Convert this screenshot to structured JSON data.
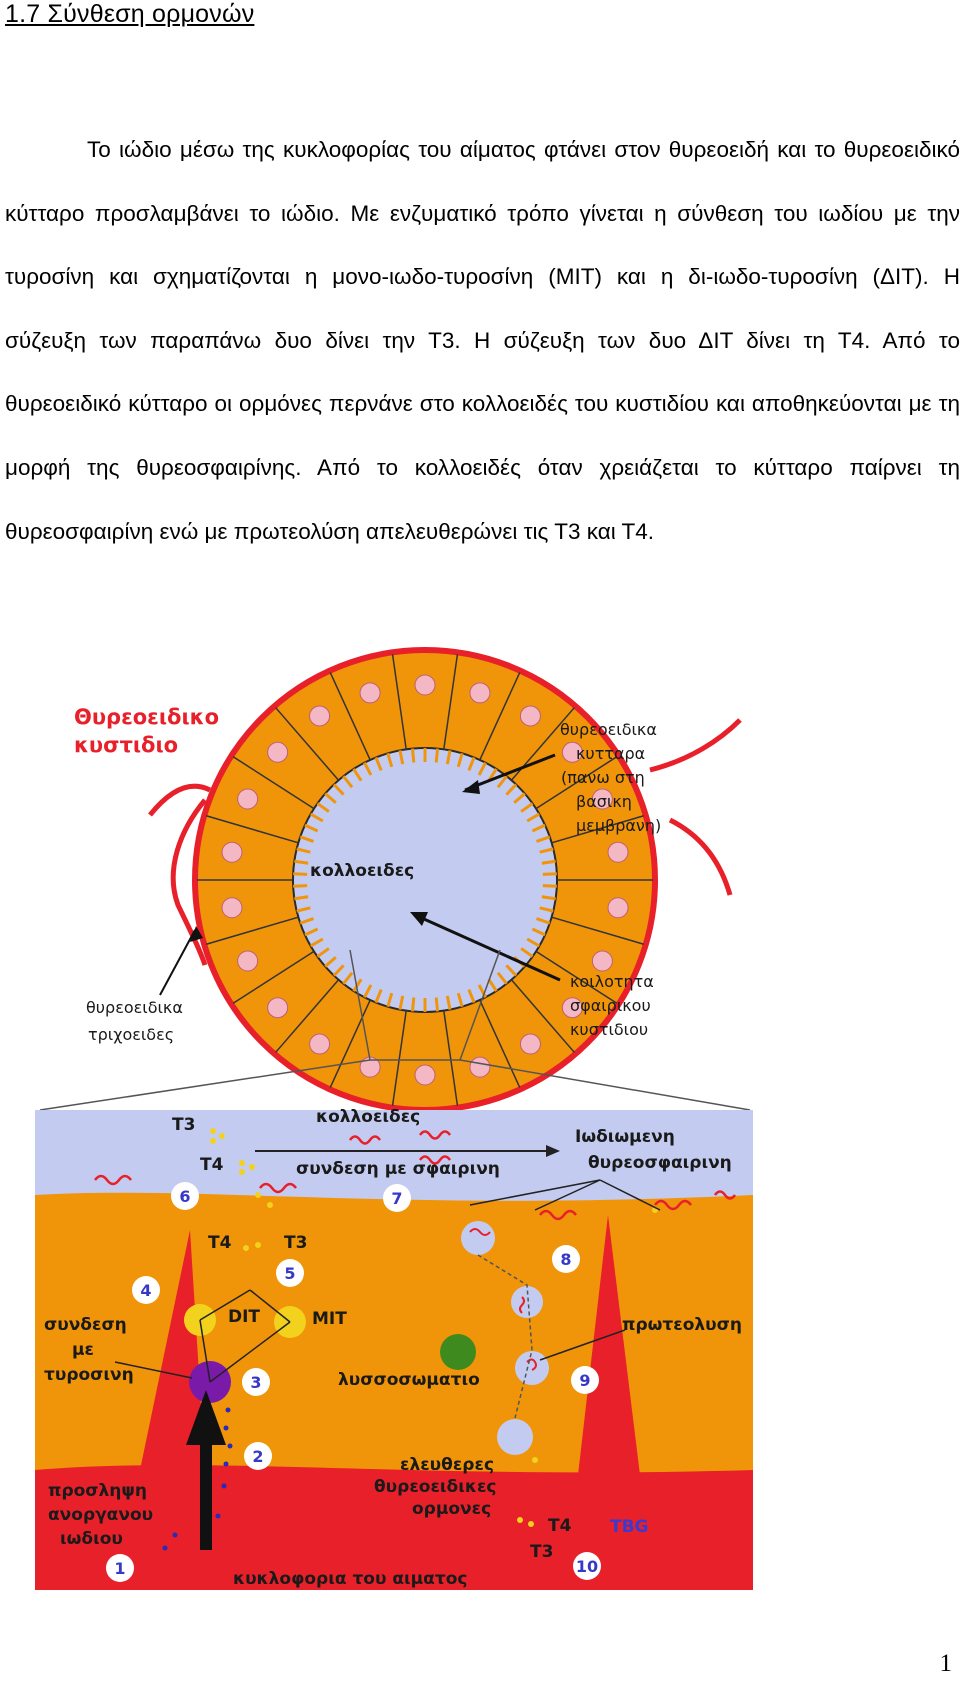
{
  "heading": "1.7 Σύνθεση ορμονών",
  "paragraph": "Το ιώδιο μέσω της κυκλοφορίας του αίματος φτάνει στον θυρεοειδή και το θυρεοειδικό κύτταρο προσλαμβάνει το ιώδιο. Με ενζυματικό τρόπο γίνεται η σύνθεση του ιωδίου με την τυροσίνη και σχηματίζονται η μονο-ιωδο-τυροσίνη (ΜΙΤ) και η δι-ιωδο-τυροσίνη (ΔΙΤ). Η σύζευξη των παραπάνω δυο δίνει την Τ3. Η σύζευξη των δυο ΔΙΤ δίνει τη Τ4. Από το θυρεοειδικό κύτταρο οι ορμόνες περνάνε στο κολλοειδές του κυστιδίου και αποθηκεύονται με τη μορφή της θυρεοσφαιρίνης. Από το κολλοειδές όταν χρειάζεται το κύτταρο παίρνει τη θυρεοσφαιρίνη ενώ με πρωτεολύση απελευθερώνει τις Τ3 και Τ4.",
  "page_number": "1",
  "diagram": {
    "title_line1": "Θυρεοειδικο",
    "title_line2": "κυστιδιο",
    "cells_line1": "θυρεοειδικα",
    "cells_line2": "κυτταρα",
    "cells_line3": "(πανω στη",
    "cells_line4": "βασικη",
    "cells_line5": "μεμβρανη)",
    "colloid": "κολλοειδες",
    "cavity_line1": "κοιλοτητα",
    "cavity_line2": "σφαιρικου",
    "cavity_line3": "κυστιδιου",
    "capillary_line1": "θυρεοειδικα",
    "capillary_line2": "τριχοειδες",
    "t3": "T3",
    "t4": "T4",
    "colloid_zoom": "κολλοειδες",
    "binding_globulin": "συνδεση  με  σφαιρινη",
    "iodinated_line1": "Ιωδιωμενη",
    "iodinated_line2": "θυρεοσφαιρινη",
    "dit": "DIT",
    "mit": "MIT",
    "tyrosine_line1": "συνδεση",
    "tyrosine_line2": "με",
    "tyrosine_line3": "τυροσινη",
    "lysosome": "λυσσοσωματιο",
    "proteolysis": "πρωτεολυση",
    "free_line1": "ελευθερες",
    "free_line2": "θυρεοειδικες",
    "free_line3": "ορμονες",
    "uptake_line1": "προσληψη",
    "uptake_line2": "ανοργανου",
    "uptake_line3": "ιωδιου",
    "tbg": "TBG",
    "circulation": "κυκλοφορια του αιματος",
    "steps": [
      "1",
      "2",
      "3",
      "4",
      "5",
      "6",
      "7",
      "8",
      "9",
      "10"
    ]
  },
  "colors": {
    "orange": "#f0940a",
    "red": "#e8202a",
    "colloid": "#c4cbf0",
    "nucleus": "#f4b8c4",
    "purple": "#7a1aa8",
    "yellow": "#f2d21c",
    "green": "#3f8a1e"
  }
}
